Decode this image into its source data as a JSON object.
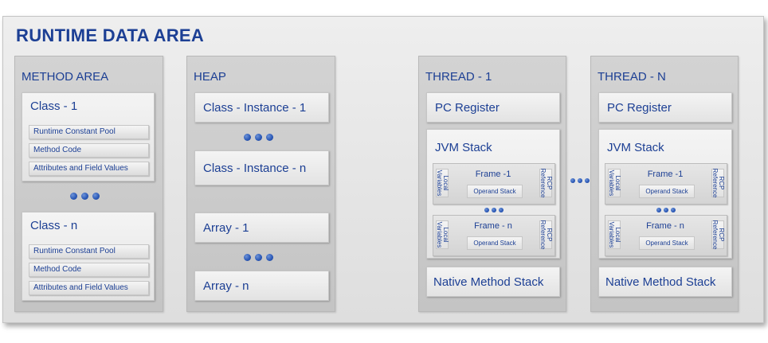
{
  "title": "RUNTIME DATA AREA",
  "colors": {
    "text": "#1c3f94",
    "dot": "#2d5bb8",
    "panel": "#eeeeee",
    "column": "#cbcbcb"
  },
  "method_area": {
    "title": "METHOD AREA",
    "classes": [
      {
        "label": "Class - 1",
        "items": [
          "Runtime Constant Pool",
          "Method Code",
          "Attributes and Field Values"
        ]
      },
      {
        "label": "Class - n",
        "items": [
          "Runtime Constant Pool",
          "Method Code",
          "Attributes and Field Values"
        ]
      }
    ]
  },
  "heap": {
    "title": "HEAP",
    "items": [
      "Class - Instance - 1",
      "Class - Instance - n",
      "Array - 1",
      "Array - n"
    ]
  },
  "threads": [
    {
      "title": "THREAD - 1",
      "pc_register": "PC Register",
      "jvm_stack": "JVM Stack",
      "frames": [
        {
          "label": "Frame -1",
          "local": "Local Variables",
          "rcp": "RCP Reference",
          "operand": "Operand Stack"
        },
        {
          "label": "Frame - n",
          "local": "Local Variables",
          "rcp": "RCP Reference",
          "operand": "Operand Stack"
        }
      ],
      "native_stack": "Native Method Stack"
    },
    {
      "title": "THREAD - N",
      "pc_register": "PC Register",
      "jvm_stack": "JVM Stack",
      "frames": [
        {
          "label": "Frame -1",
          "local": "Local Variables",
          "rcp": "RCP Reference",
          "operand": "Operand Stack"
        },
        {
          "label": "Frame - n",
          "local": "Local Variables",
          "rcp": "RCP Reference",
          "operand": "Operand Stack"
        }
      ],
      "native_stack": "Native Method Stack"
    }
  ]
}
